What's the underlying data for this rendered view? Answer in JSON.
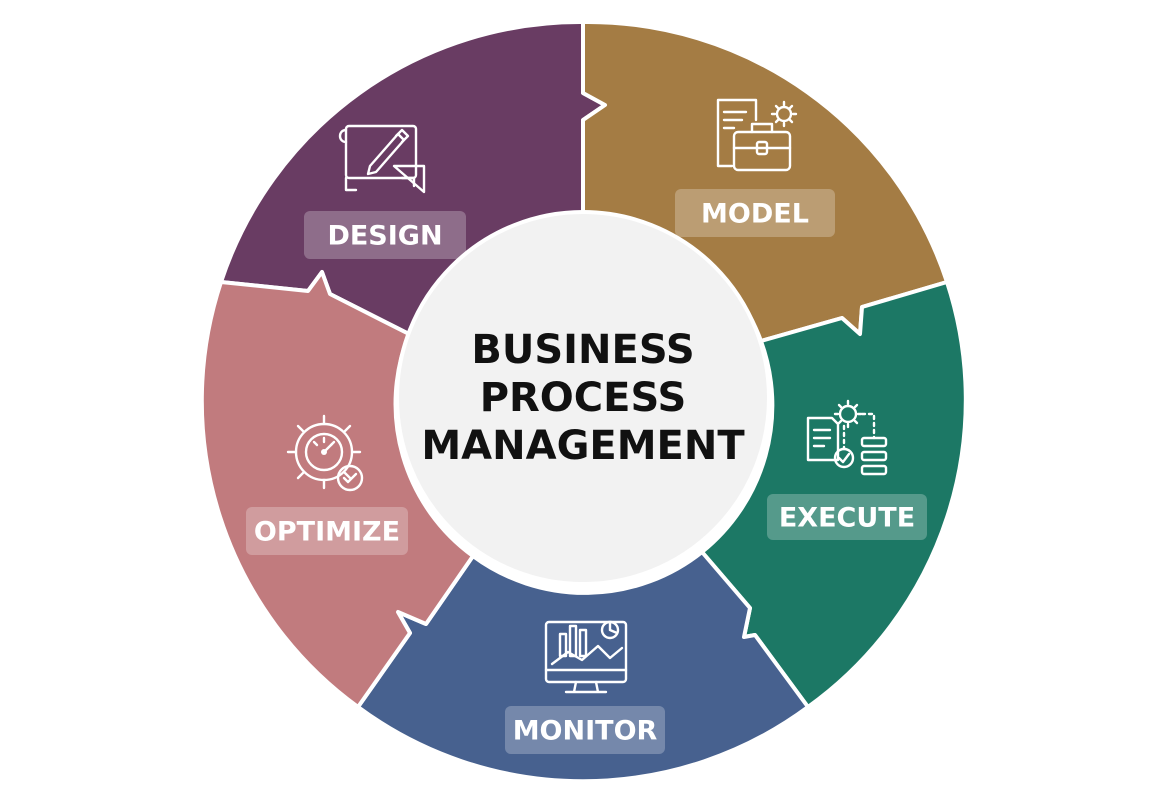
{
  "center": {
    "title_lines": [
      "BUSINESS",
      "PROCESS",
      "MANAGEMENT"
    ],
    "fill": "#f2f2f2"
  },
  "segments": [
    {
      "key": "design",
      "label": "DESIGN",
      "color": "#693c63",
      "icon": "blueprint-pencil-icon"
    },
    {
      "key": "model",
      "label": "MODEL",
      "color": "#a47c44",
      "icon": "document-briefcase-gear-icon"
    },
    {
      "key": "execute",
      "label": "EXECUTE",
      "color": "#1c7865",
      "icon": "document-gear-checklist-icon"
    },
    {
      "key": "monitor",
      "label": "MONITOR",
      "color": "#47618f",
      "icon": "monitor-chart-icon"
    },
    {
      "key": "optimize",
      "label": "OPTIMIZE",
      "color": "#c17b7e",
      "icon": "gear-gauge-check-icon"
    }
  ]
}
